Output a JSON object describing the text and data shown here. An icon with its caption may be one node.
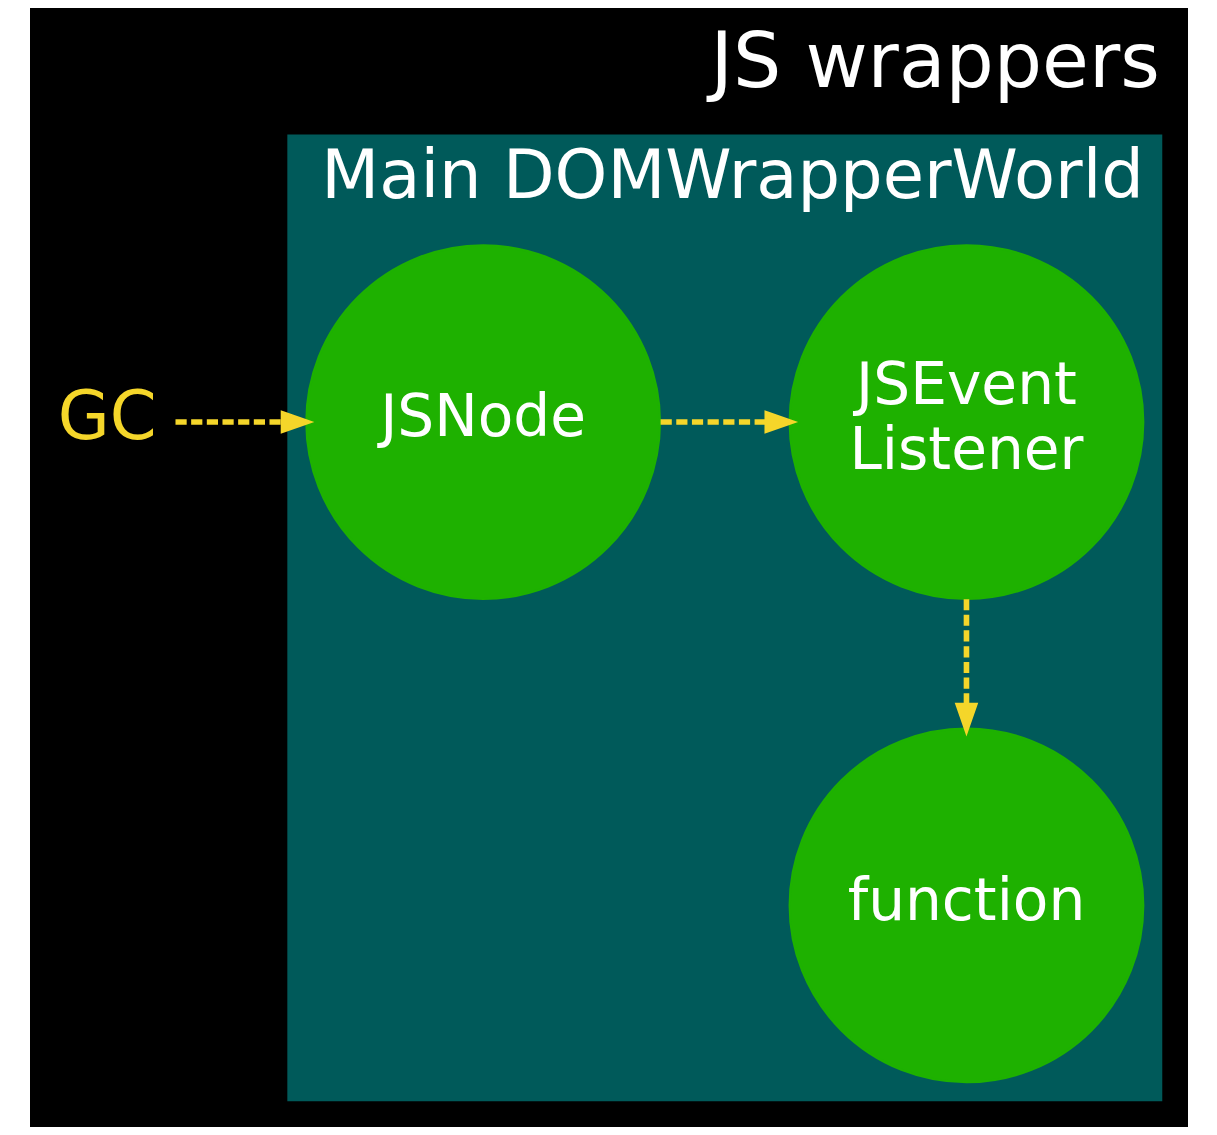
{
  "diagram": {
    "title": "JS wrappers",
    "nodes": [
      {
        "text": [
          "Main DOMWrapperWorld"
        ]
      },
      {
        "text": [
          "GC"
        ]
      },
      {
        "text": [
          "JSNode"
        ],
        "in": 0
      },
      {
        "text": [
          "JSEvent Listener"
        ],
        "in": 0
      },
      {
        "text": [
          "function"
        ],
        "in": 0
      }
    ],
    "edges": [
      {
        "from": 1,
        "to": 2,
        "arrow": "to",
        "style": "dashed",
        "color": "#f5d62a"
      },
      {
        "from": 2,
        "to": 3,
        "arrow": "to",
        "style": "dashed",
        "color": "#f5d62a"
      },
      {
        "from": 3,
        "to": 4,
        "arrow": "to",
        "style": "dashed",
        "color": "#f5d62a"
      }
    ]
  }
}
